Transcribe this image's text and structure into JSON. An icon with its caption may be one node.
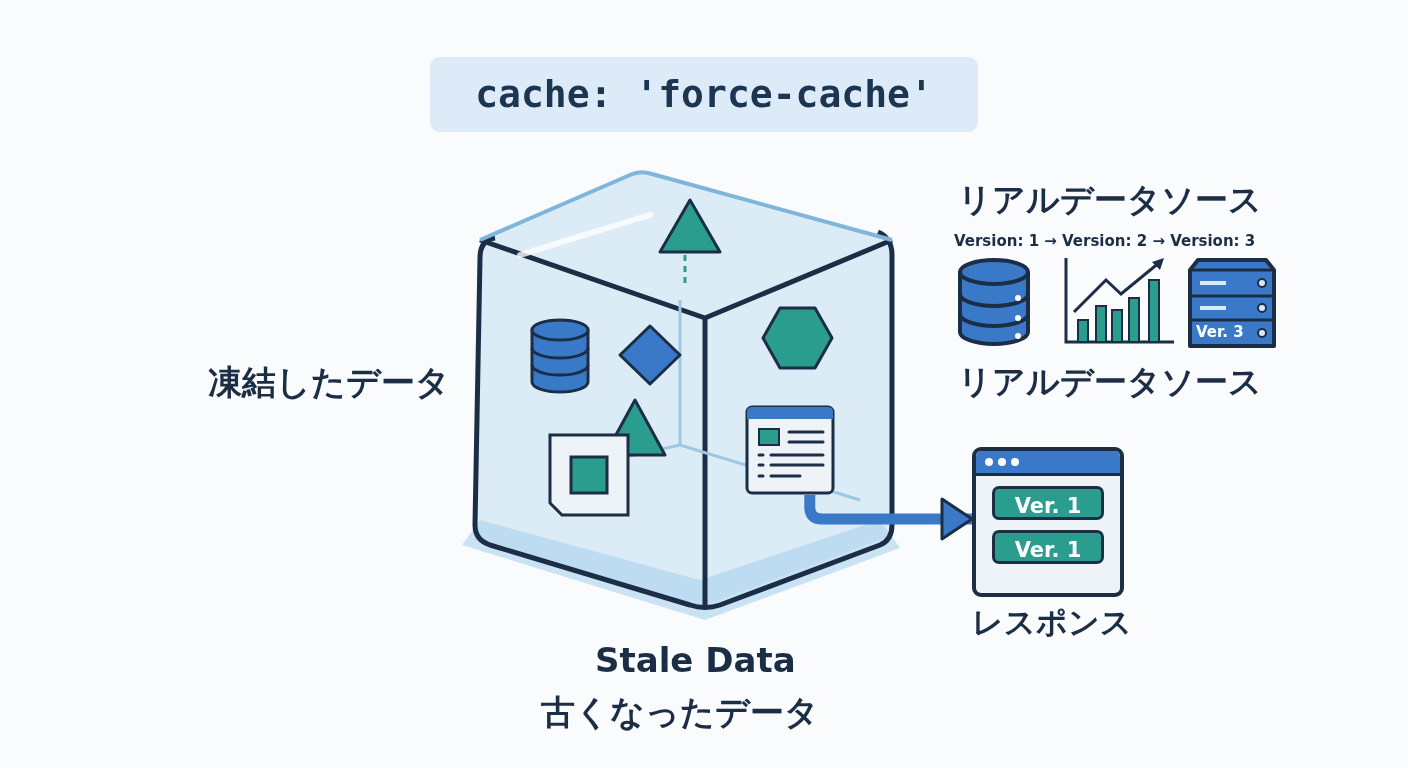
{
  "diagram": {
    "title": "cache: 'force-cache'",
    "nodes": [
      {
        "text": [],
        "shape": "cube",
        "beside": [
          "凍結したデータ",
          "Stale Data",
          "古くなったデータ"
        ]
      },
      {
        "text": [],
        "shape": "picture",
        "in": 0
      },
      {
        "text": [
          "Ver. 1",
          "Ver. 1"
        ],
        "beside": [
          "レスポンス"
        ]
      }
    ],
    "edges": [
      {
        "from": 1,
        "to": 2,
        "arrow": "to"
      }
    ],
    "labels": [
      "リアルデータソース",
      "Version: 1 → Version: 2 → Version: 3",
      "Ver. 3",
      "リアルデータソース"
    ]
  }
}
